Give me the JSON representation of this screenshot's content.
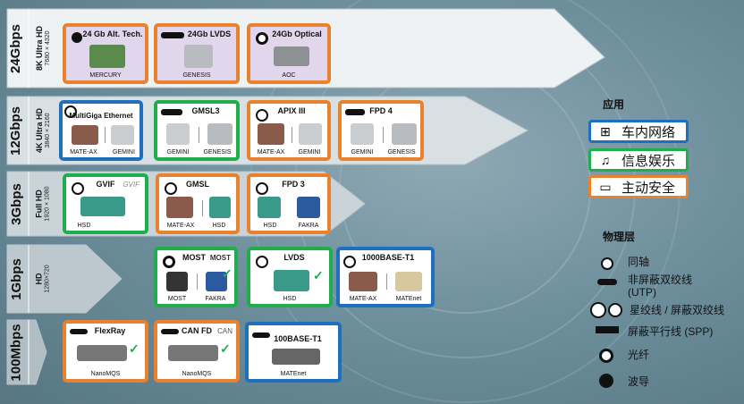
{
  "bands": [
    {
      "speed": "24Gbps",
      "res1": "8K Ultra HD",
      "res2": "7680 × 4320"
    },
    {
      "speed": "12Gbps",
      "res1": "4K Ultra HD",
      "res2": "3840 × 2160"
    },
    {
      "speed": "3Gbps",
      "res1": "Full HD",
      "res2": "1920 × 1080"
    },
    {
      "speed": "1Gbps",
      "res1": "HD",
      "res2": "1280×720"
    },
    {
      "speed": "100Mbps",
      "res1": "",
      "res2": ""
    }
  ],
  "cards": [
    {
      "title": "24 Gb Alt. Tech.",
      "subs": [
        "MERCURY"
      ]
    },
    {
      "title": "24Gb LVDS",
      "subs": [
        "GENESIS"
      ]
    },
    {
      "title": "24Gb Optical",
      "subs": [
        "AOC"
      ]
    },
    {
      "title": "MultiGiga Ethernet",
      "subs": [
        "MATE-AX",
        "GEMINI"
      ]
    },
    {
      "title": "GMSL3",
      "subs": [
        "GEMINI",
        "GENESIS"
      ]
    },
    {
      "title": "APIX III",
      "subs": [
        "MATE-AX",
        "GEMINI"
      ]
    },
    {
      "title": "FPD 4",
      "subs": [
        "GEMINI",
        "GENESIS"
      ]
    },
    {
      "title": "GVIF",
      "logo": "GVIF",
      "subs": [
        "HSD"
      ]
    },
    {
      "title": "GMSL",
      "subs": [
        "MATE-AX",
        "HSD"
      ]
    },
    {
      "title": "FPD 3",
      "subs": [
        "HSD",
        "FAKRA"
      ]
    },
    {
      "title": "MOST",
      "logo": "MOST",
      "subs": [
        "MOST",
        "FAKRA"
      ]
    },
    {
      "title": "LVDS",
      "subs": [
        "HSD"
      ]
    },
    {
      "title": "1000BASE-T1",
      "subs": [
        "MATE-AX",
        "MATEnet"
      ]
    },
    {
      "title": "FlexRay",
      "subs": [
        "NanoMQS"
      ]
    },
    {
      "title": "CAN FD",
      "logo": "CAN",
      "subs": [
        "NanoMQS"
      ]
    },
    {
      "title": "100BASE-T1",
      "subs": [
        "MATEnet"
      ]
    }
  ],
  "legend": {
    "title": "应用",
    "items": [
      {
        "label": "车内网络",
        "color": "#1f6fbf",
        "icon": "network-icon"
      },
      {
        "label": "信息娱乐",
        "color": "#1fae4b",
        "icon": "music-note-icon"
      },
      {
        "label": "主动安全",
        "color": "#e8822e",
        "icon": "camera-icon"
      }
    ]
  },
  "physical": {
    "title": "物理层",
    "items": [
      {
        "label": "同轴",
        "icon": "coax-icon"
      },
      {
        "label": "非屏蔽双绞线",
        "label2": "(UTP)",
        "icon": "utp-icon"
      },
      {
        "label": "星绞线 / 屏蔽双绞线",
        "icon": "star-quad-icon"
      },
      {
        "label": "屏蔽平行线 (SPP)",
        "icon": "spp-icon"
      },
      {
        "label": "光纤",
        "icon": "fiber-icon"
      },
      {
        "label": "波导",
        "icon": "waveguide-icon"
      }
    ]
  }
}
